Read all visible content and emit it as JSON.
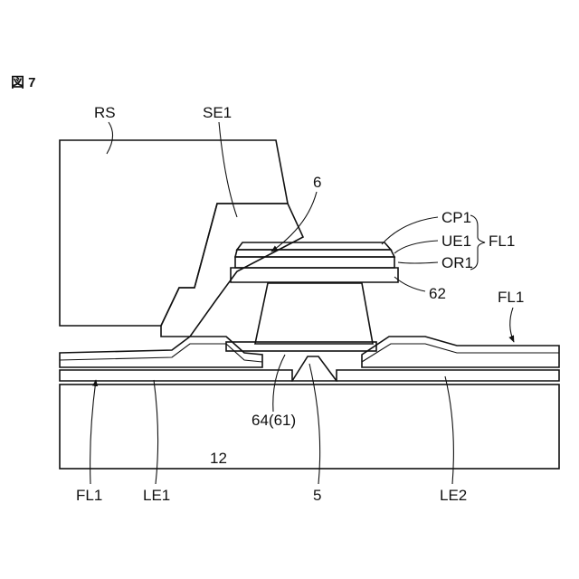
{
  "figure_label": "図 7",
  "labels": {
    "rs": "RS",
    "se1": "SE1",
    "six": "6",
    "cp1": "CP1",
    "ue1": "UE1",
    "or1": "OR1",
    "fl1_group": "FL1",
    "sixty_two": "62",
    "fl1_right": "FL1",
    "sixty_four": "64(61)",
    "fl1_left": "FL1",
    "le1": "LE1",
    "twelve": "12",
    "five": "5",
    "le2": "LE2"
  }
}
